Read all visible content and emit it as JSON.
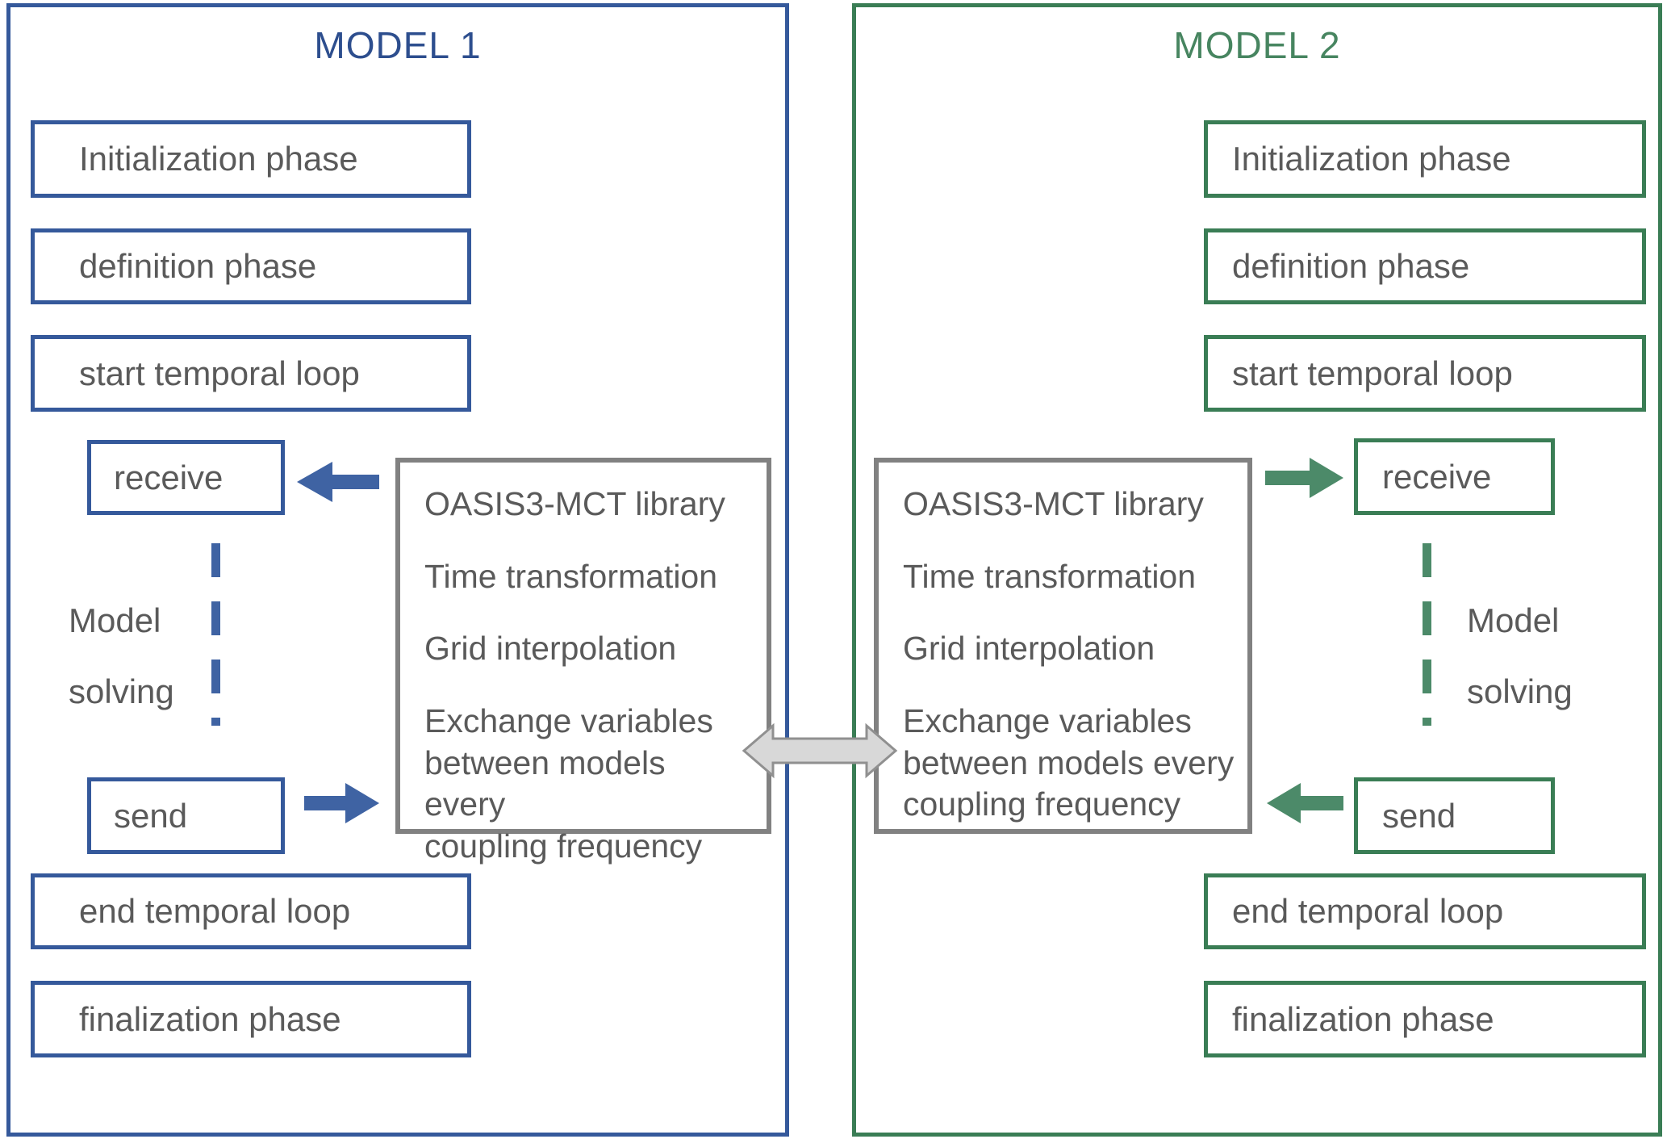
{
  "diagram": {
    "model1": {
      "title": "MODEL 1",
      "boxes": {
        "init": "Initialization phase",
        "definition": "definition phase",
        "start_loop": "start temporal loop",
        "receive": "receive",
        "send": "send",
        "end_loop": "end temporal loop",
        "finalization": "finalization phase"
      },
      "solving_label": "Model\nsolving",
      "library": {
        "title": "OASIS3-MCT library",
        "item1": "Time transformation",
        "item2": "Grid interpolation",
        "item3": "Exchange variables\nbetween models every\ncoupling frequency"
      }
    },
    "model2": {
      "title": "MODEL 2",
      "boxes": {
        "init": "Initialization phase",
        "definition": "definition phase",
        "start_loop": "start temporal loop",
        "receive": "receive",
        "send": "send",
        "end_loop": "end temporal loop",
        "finalization": "finalization phase"
      },
      "solving_label": "Model\nsolving",
      "library": {
        "title": "OASIS3-MCT library",
        "item1": "Time transformation",
        "item2": "Grid interpolation",
        "item3": "Exchange variables\nbetween models every\ncoupling frequency"
      }
    },
    "colors": {
      "model1_accent": "#35599b",
      "model1_title": "#2d4e8e",
      "model1_arrow": "#3f63a3",
      "model2_accent": "#3a7d55",
      "model2_title": "#478560",
      "model2_arrow": "#4c8a69",
      "library_border": "#818181",
      "body_text": "#5a5a5a",
      "exchange_arrow_fill": "#d8d8d8",
      "exchange_arrow_stroke": "#909090"
    }
  }
}
